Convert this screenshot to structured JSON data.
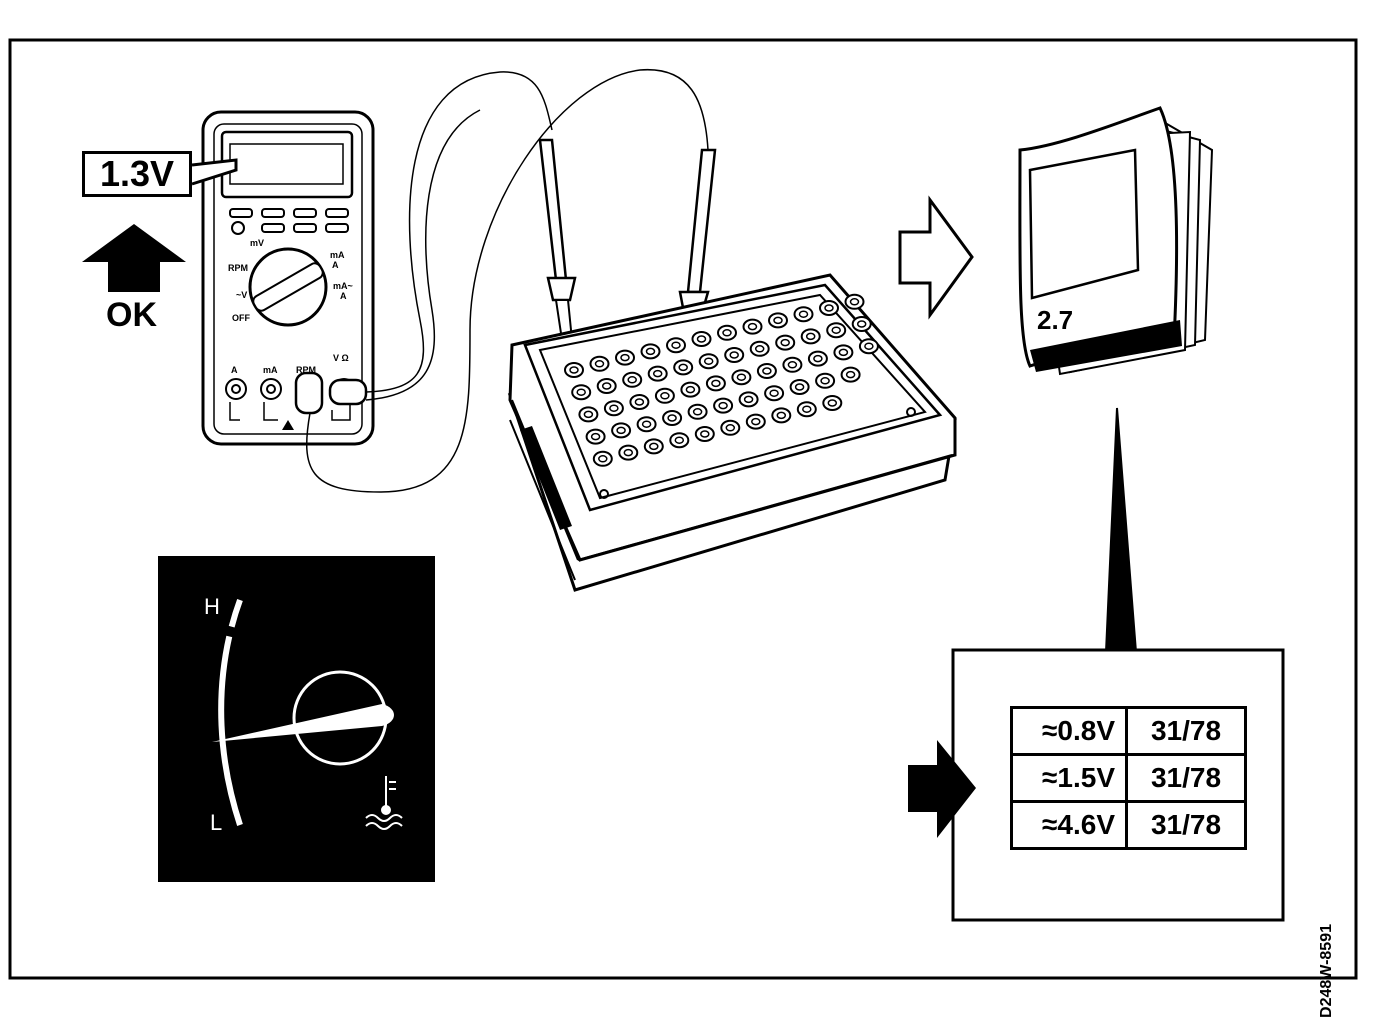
{
  "multimeter": {
    "reading": "1.3V",
    "ok_label": "OK",
    "dial_labels": {
      "mv": "mV",
      "rpm_v": "RPM",
      "v_off": "~V",
      "off": "OFF",
      "ma": "mA",
      "a_right": "A",
      "ma_minus": "mA~",
      "a_bottom": "A"
    },
    "jack_labels": [
      "A",
      "mA",
      "RPM",
      "V Ω"
    ]
  },
  "manual": {
    "section": "2.7"
  },
  "gauge": {
    "hot_label": "H",
    "low_label": "L"
  },
  "results_table": {
    "rows": [
      {
        "voltage": "≈0.8V",
        "code": "31/78"
      },
      {
        "voltage": "≈1.5V",
        "code": "31/78"
      },
      {
        "voltage": "≈4.6V",
        "code": "31/78"
      }
    ]
  },
  "figure_code": "D248W-8591"
}
